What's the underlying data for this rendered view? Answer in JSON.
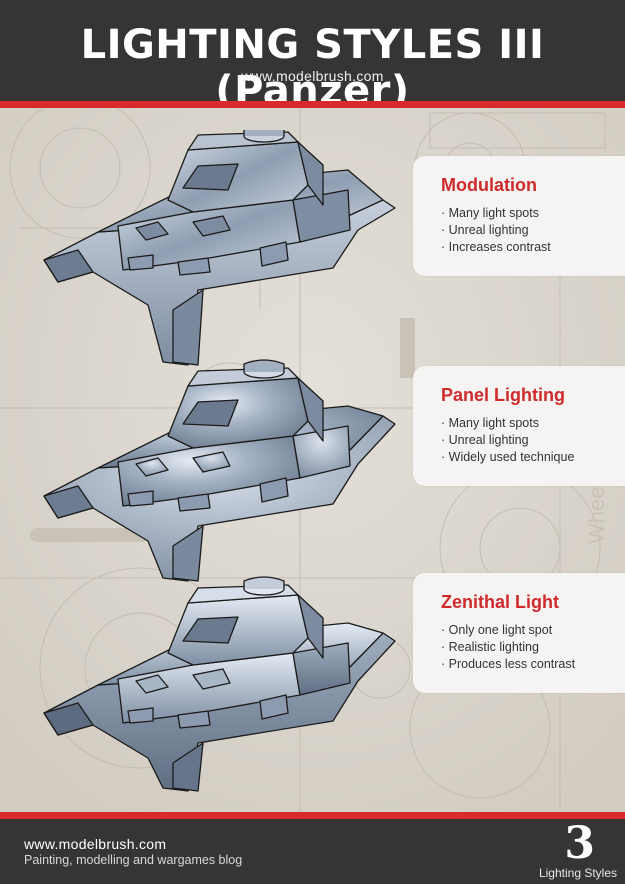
{
  "header": {
    "title": "LIGHTING STYLES III (Panzer)",
    "site": "www.modelbrush.com"
  },
  "background": {
    "watermark": "Wheel placement"
  },
  "cards": [
    {
      "title": "Modulation",
      "items": [
        "Many light spots",
        "Unreal lighting",
        "Increases contrast"
      ]
    },
    {
      "title": "Panel Lighting",
      "items": [
        "Many light spots",
        "Unreal lighting",
        "Widely used technique"
      ]
    },
    {
      "title": "Zenithal Light",
      "items": [
        "Only one light spot",
        "Realistic lighting",
        "Produces less contrast"
      ]
    }
  ],
  "footer": {
    "site": "www.modelbrush.com",
    "tagline": "Painting, modelling and wargames blog",
    "page_number": "3",
    "page_label": "Lighting Styles"
  },
  "colors": {
    "accent_red": "#d8292c",
    "dark_band": "#353535",
    "paper": "#dcd7cf",
    "tank_light": "#c9d3e0",
    "tank_mid": "#98a7ba",
    "tank_dark": "#6a788a"
  }
}
